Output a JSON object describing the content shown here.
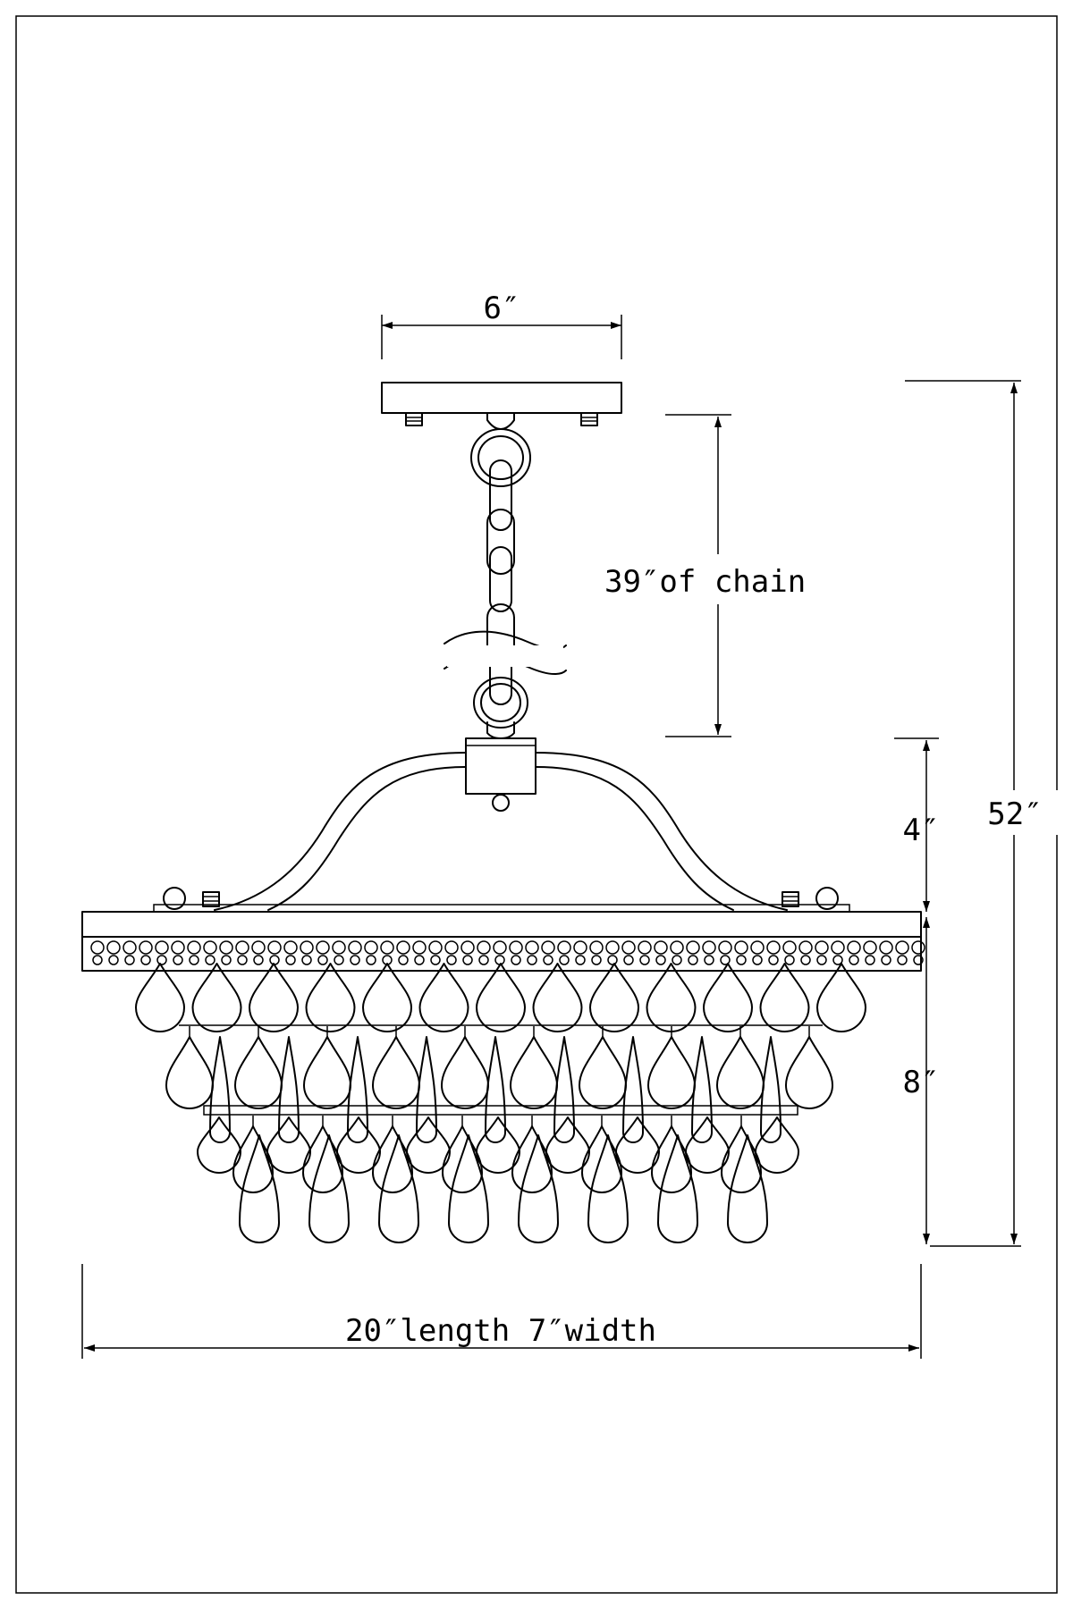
{
  "dimensions": {
    "canopy_width": "6″",
    "chain_length": "39″of chain",
    "frame_height": "4″",
    "overall_height": "52″",
    "crystal_height": "8″",
    "length_width": "20″length  7″width"
  },
  "component_names": [
    "canopy",
    "chain",
    "arched-frame",
    "crystal-tier",
    "drop-crystals"
  ]
}
